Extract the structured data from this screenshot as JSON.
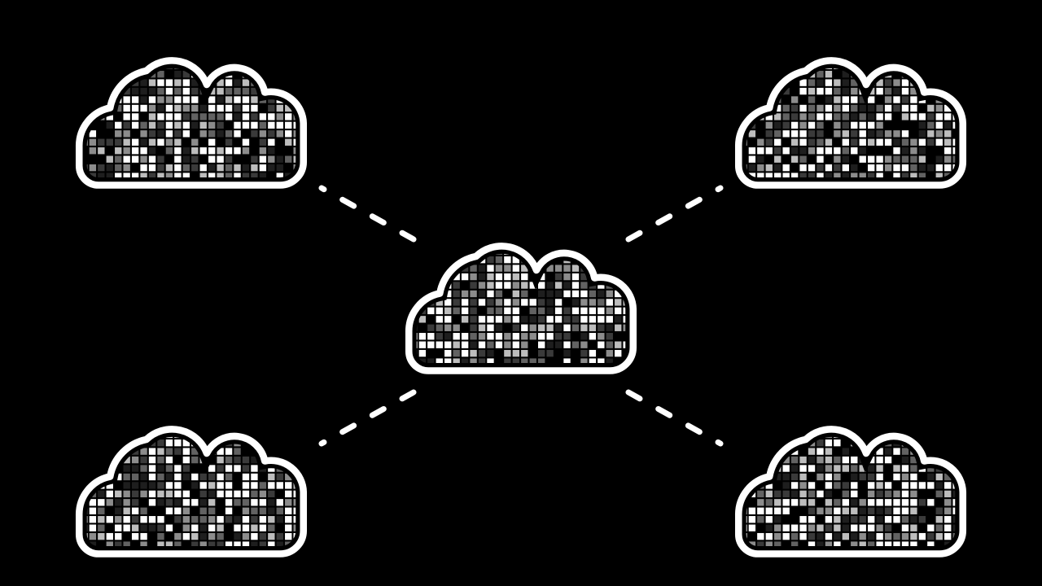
{
  "colors": {
    "background": "#000000",
    "outline": "#ffffff",
    "connector": "#ffffff",
    "cell_shades": [
      "#000000",
      "#1e1e1e",
      "#3a3a3a",
      "#626262",
      "#8c8c8c",
      "#bdbdbd",
      "#ffffff",
      "#ffffff",
      "#ffffff"
    ]
  },
  "nodes": [
    {
      "id": "center",
      "role": "hub",
      "icon": "cloud-pixel-icon"
    },
    {
      "id": "top-left",
      "role": "peer",
      "icon": "cloud-pixel-icon"
    },
    {
      "id": "top-right",
      "role": "peer",
      "icon": "cloud-pixel-icon"
    },
    {
      "id": "bottom-left",
      "role": "peer",
      "icon": "cloud-pixel-icon"
    },
    {
      "id": "bottom-right",
      "role": "peer",
      "icon": "cloud-pixel-icon"
    }
  ],
  "edges": [
    {
      "from": "center",
      "to": "top-left",
      "style": "dashed"
    },
    {
      "from": "center",
      "to": "top-right",
      "style": "dashed"
    },
    {
      "from": "center",
      "to": "bottom-left",
      "style": "dashed"
    },
    {
      "from": "center",
      "to": "bottom-right",
      "style": "dashed"
    }
  ]
}
